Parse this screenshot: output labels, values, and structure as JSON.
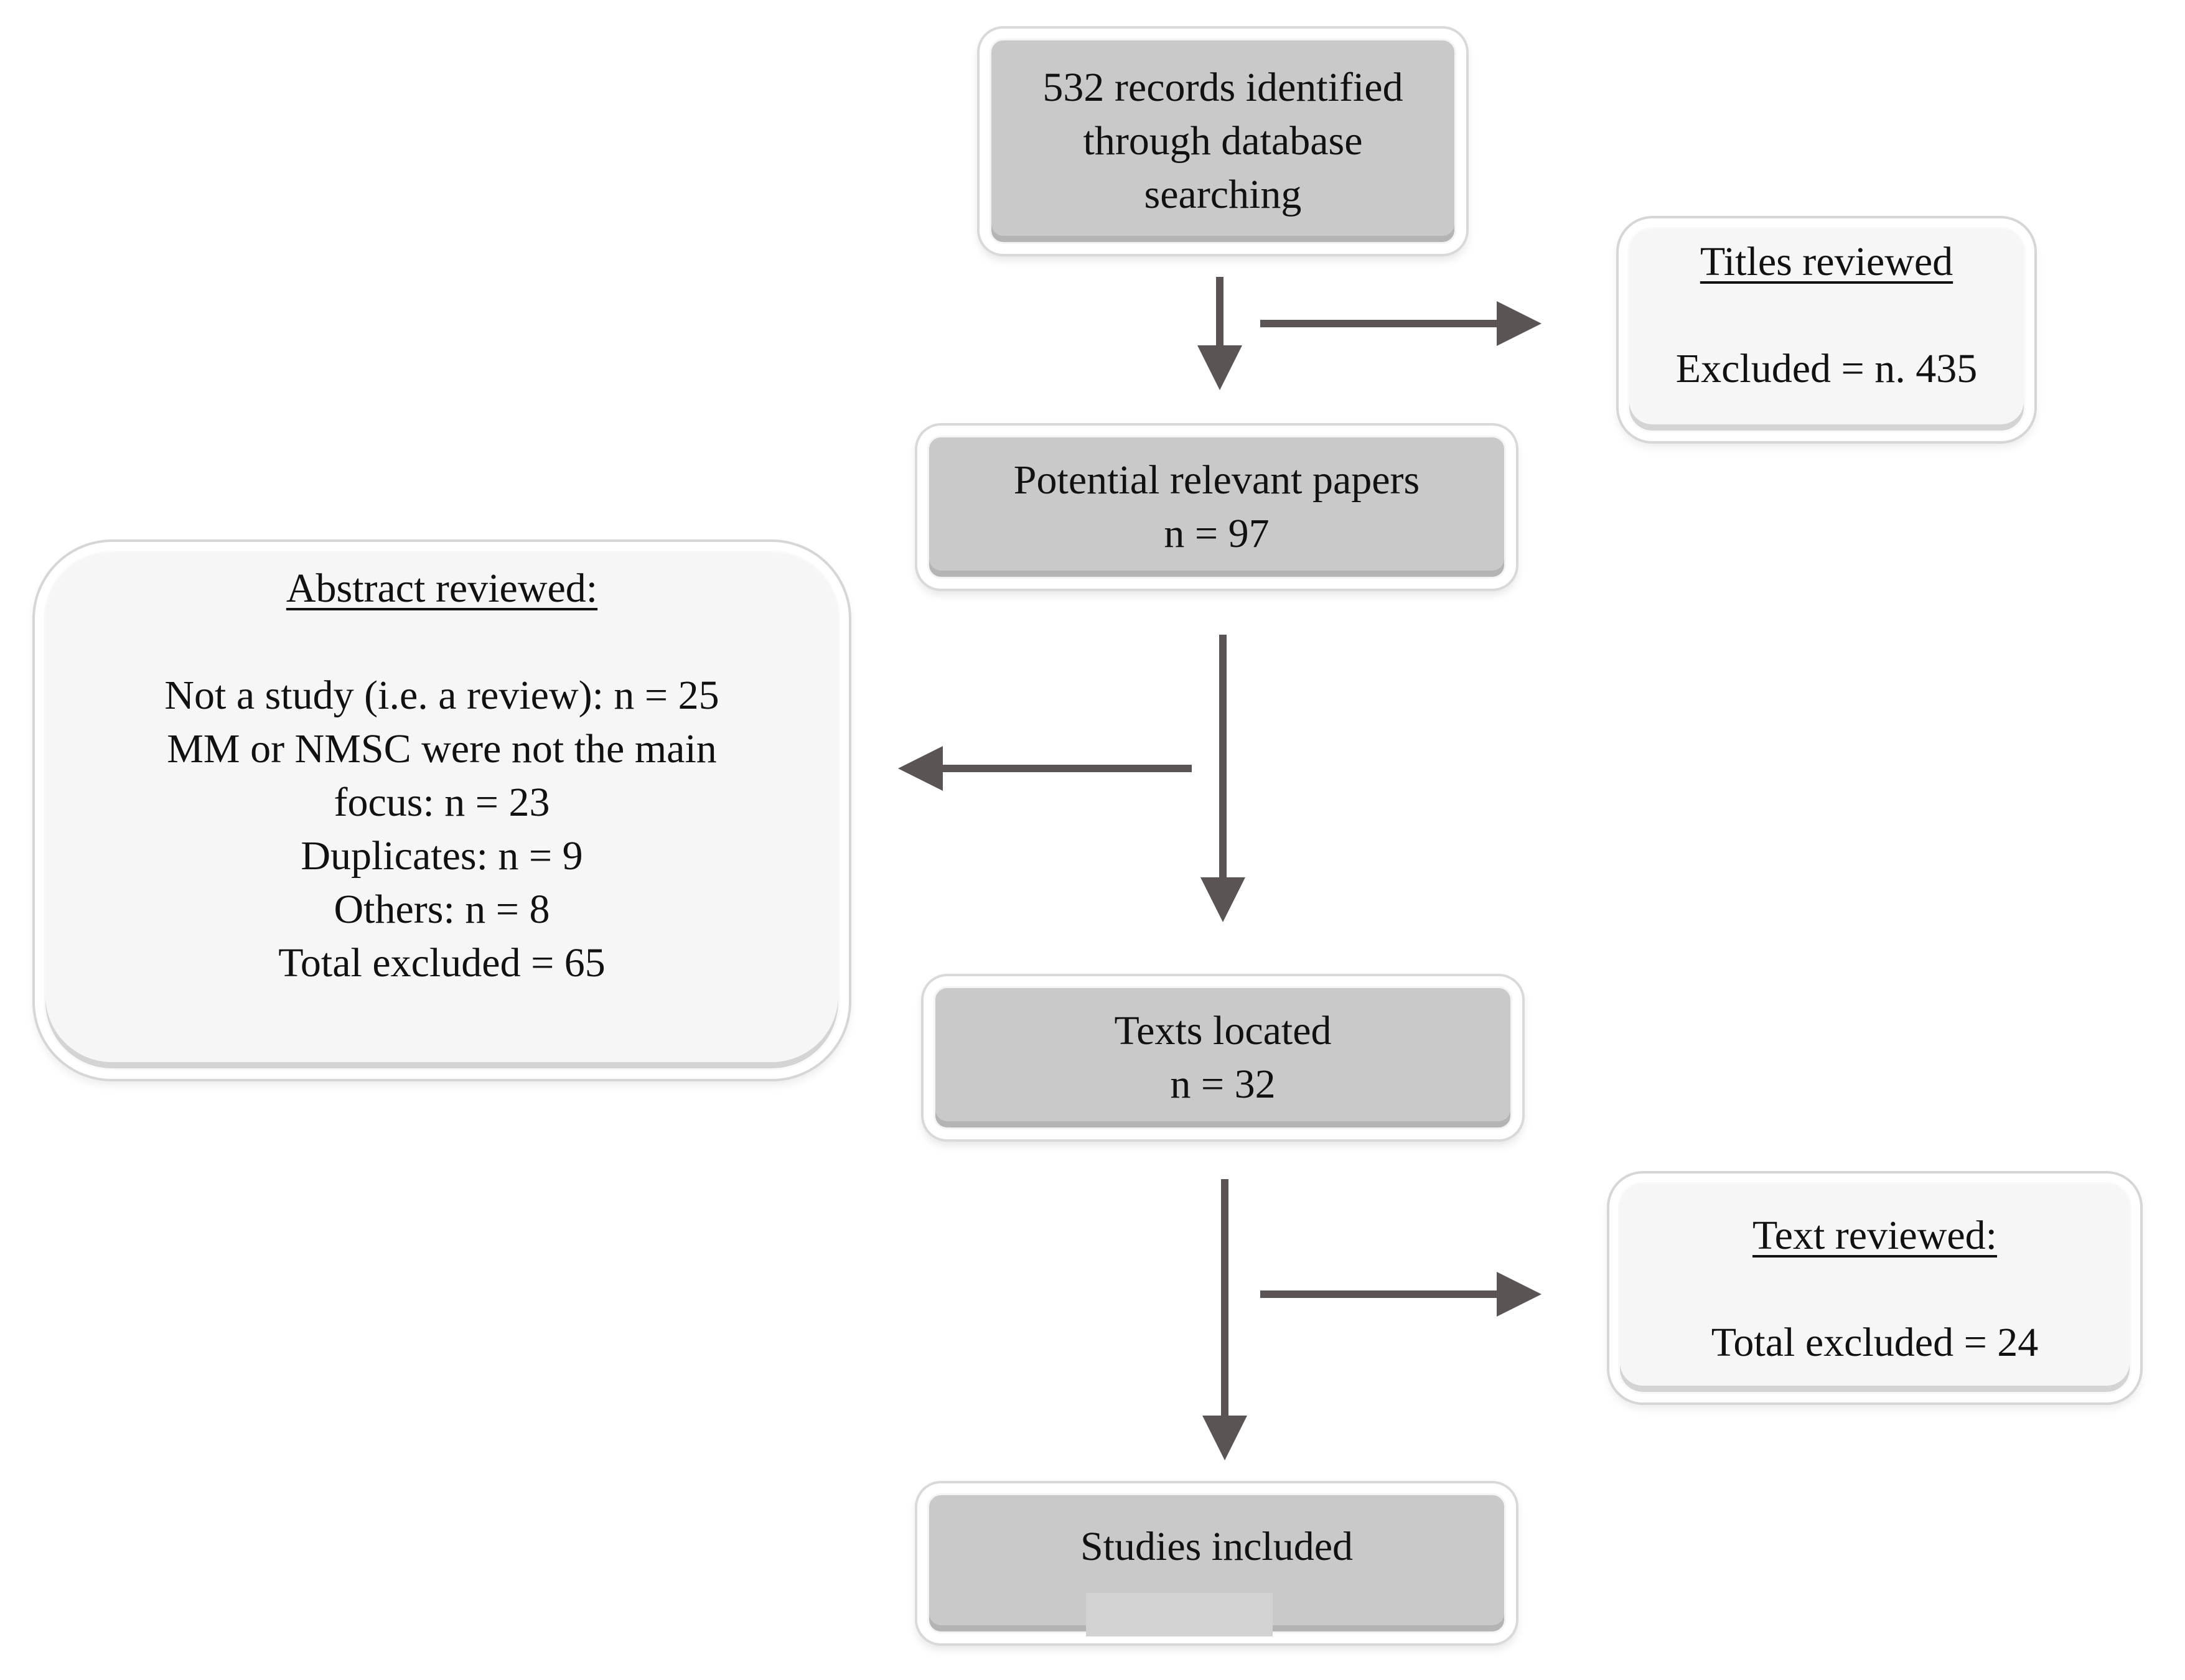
{
  "colors": {
    "process_box_fill": "#c9c9c9",
    "exclusion_box_fill": "#f6f6f6",
    "arrow": "#5a5454"
  },
  "nodes": {
    "records": {
      "lines": [
        "532 records identified",
        "through database",
        "searching"
      ]
    },
    "potential": {
      "lines": [
        "Potential relevant papers",
        "n = 97"
      ]
    },
    "texts": {
      "lines": [
        "Texts located",
        "n = 32"
      ]
    },
    "included": {
      "lines": [
        "Studies included"
      ]
    }
  },
  "exclusions": {
    "titles": {
      "heading": "Titles reviewed",
      "lines": [
        "Excluded = n. 435"
      ]
    },
    "abstract": {
      "heading": "Abstract reviewed:",
      "lines": [
        "Not a study (i.e. a review): n = 25",
        "MM or NMSC were not the main",
        "focus: n = 23",
        "Duplicates: n = 9",
        "Others: n = 8",
        "Total excluded = 65"
      ]
    },
    "text_reviewed": {
      "heading": "Text reviewed:",
      "lines": [
        "Total excluded = 24"
      ]
    }
  }
}
